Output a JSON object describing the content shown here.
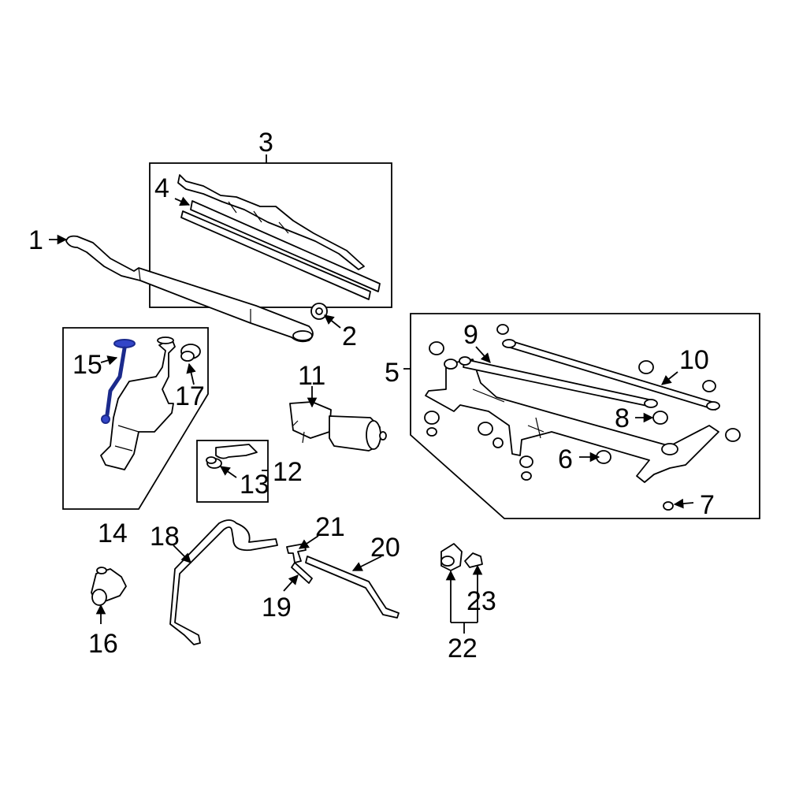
{
  "diagram": {
    "callouts": [
      "1",
      "2",
      "3",
      "4",
      "5",
      "6",
      "7",
      "8",
      "9",
      "10",
      "11",
      "12",
      "13",
      "14",
      "15",
      "16",
      "17",
      "18",
      "19",
      "20",
      "21",
      "22",
      "23"
    ],
    "highlight_color": "#3346c8"
  }
}
